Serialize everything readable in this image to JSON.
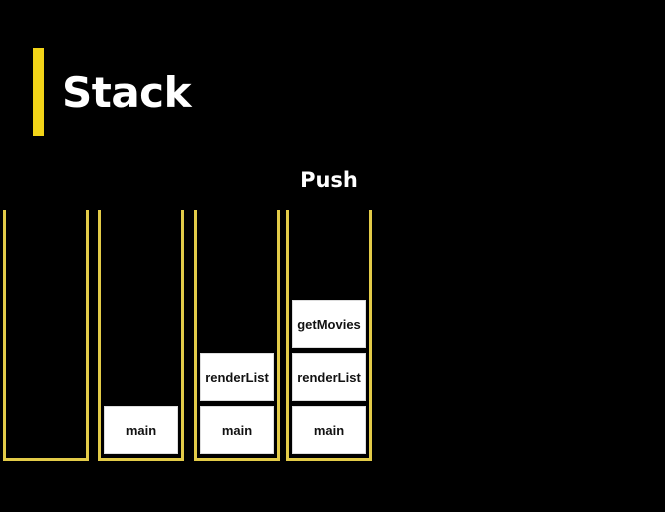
{
  "slide": {
    "title": "Stack",
    "accent_color": "#f2d418",
    "stack_border_color": "#e3cb48",
    "operation_label": "Push"
  },
  "stacks": [
    {
      "frames": []
    },
    {
      "frames": [
        "main"
      ]
    },
    {
      "frames": [
        "main",
        "renderList"
      ]
    },
    {
      "frames": [
        "main",
        "renderList",
        "getMovies"
      ]
    }
  ]
}
